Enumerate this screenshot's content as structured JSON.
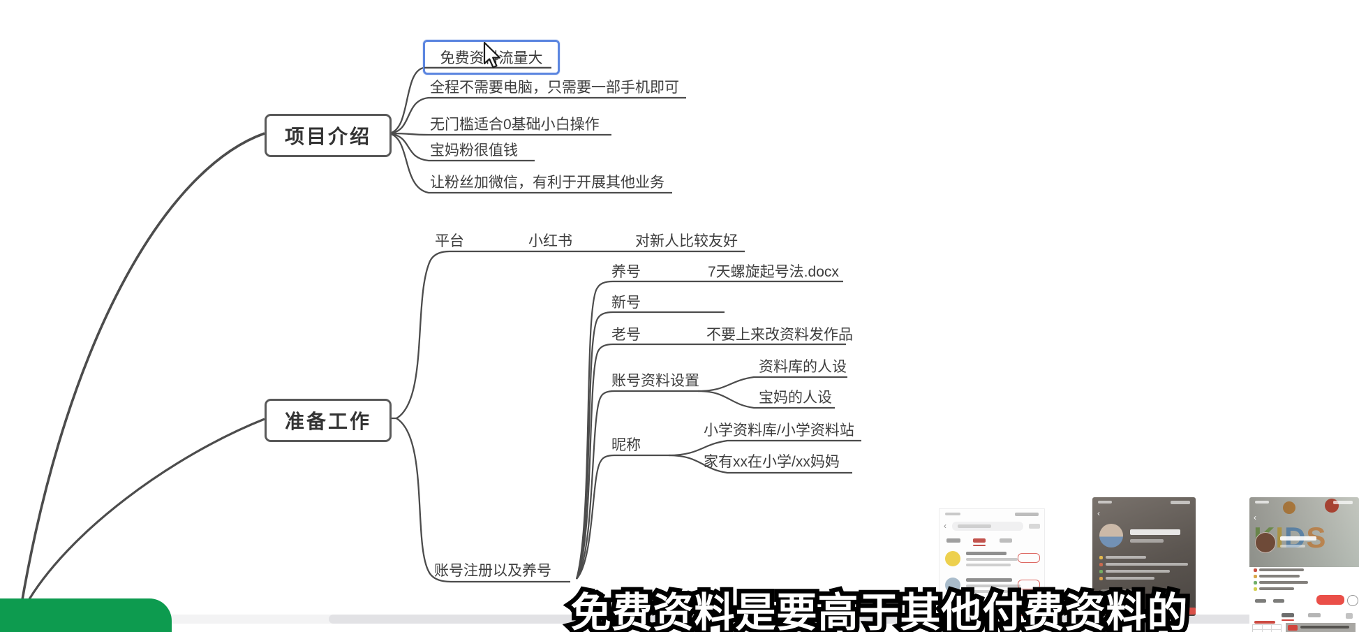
{
  "mindmap": {
    "project": {
      "title": "项目介绍",
      "items": [
        "免费资料流量大",
        "全程不需要电脑，只需要一部手机即可",
        "无门槛适合0基础小白操作",
        "宝妈粉很值钱",
        "让粉丝加微信，有利于开展其他业务"
      ],
      "selected_item_index": 0
    },
    "prepare": {
      "title": "准备工作",
      "platform": {
        "label": "平台",
        "value": "小红书",
        "note": "对新人比较友好"
      },
      "register": {
        "label": "账号注册以及养号",
        "nurture": {
          "label": "养号",
          "note": "7天螺旋起号法.docx"
        },
        "new_account": {
          "label": "新号"
        },
        "old_account": {
          "label": "老号",
          "note": "不要上来改资料发作品"
        },
        "profile_setup": {
          "label": "账号资料设置",
          "options": [
            "资料库的人设",
            "宝妈的人设"
          ]
        },
        "nickname": {
          "label": "昵称",
          "options": [
            "小学资料库/小学资料站",
            "家有xx在小学/xx妈妈"
          ]
        }
      }
    }
  },
  "subtitle": {
    "text": "免费资料是要高于其他付费资料的"
  },
  "thumbnails": {
    "kids_art_text": "KIDS"
  },
  "colors": {
    "branch_line": "#4c4c4c",
    "node_border": "#595959",
    "selection_blue": "#5c86e0",
    "root_green": "#0d9b4f",
    "follow_red": "#e0504a",
    "scrollbar_track": "#f3f3f4",
    "scrollbar_thumb": "#e2e2e5"
  }
}
